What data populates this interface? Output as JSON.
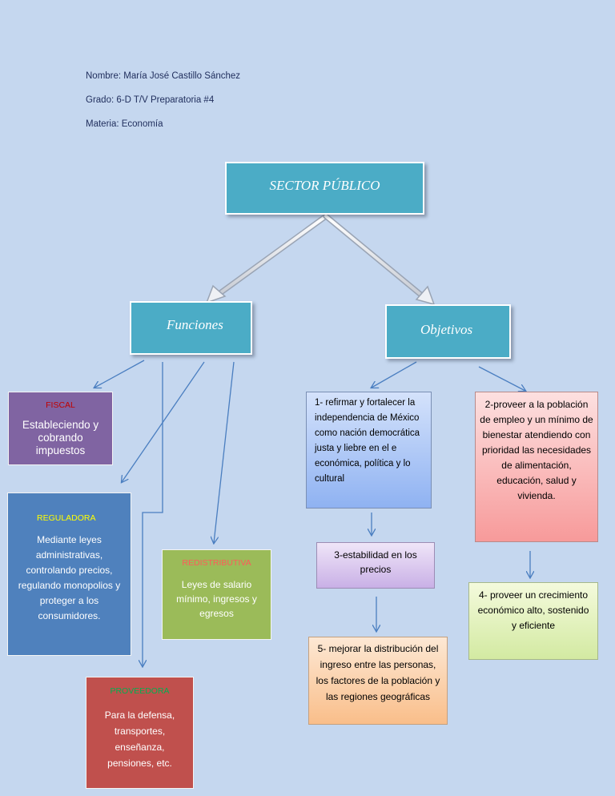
{
  "header": {
    "nombre": "Nombre:  María  José  Castillo Sánchez",
    "grado": "Grado:  6-D  T/V  Preparatoria  #4",
    "materia": "Materia:  Economía"
  },
  "root": {
    "label": "SECTOR PÚBLICO"
  },
  "funciones": {
    "label": "Funciones",
    "fiscal": {
      "title": "FISCAL",
      "body": "Estableciendo y cobrando impuestos"
    },
    "reguladora": {
      "title": "REGULADORA",
      "body": "Mediante leyes administrativas, controlando precios, regulando monopolios y proteger a los consumidores."
    },
    "redistributiva": {
      "title": "REDISTRIBUTIVA",
      "body": "Leyes de salario mínimo, ingresos y egresos"
    },
    "proveedora": {
      "title": "PROVEEDORA",
      "body": "Para la defensa, transportes, enseñanza, pensiones, etc."
    }
  },
  "objetivos": {
    "label": "Objetivos",
    "obj1": "1- refirmar y fortalecer la independencia de México como nación democrática justa y liebre en el e económica, política y lo cultural",
    "obj2": "2-proveer a la población de empleo y un mínimo de bienestar atendiendo con prioridad las necesidades de alimentación, educación, salud y vivienda.",
    "obj3": "3-estabilidad en los precios",
    "obj4": "4- proveer un crecimiento económico alto, sostenido y eficiente",
    "obj5": "5- mejorar la distribución del ingreso entre las personas, los factores de la población y las regiones geográficas"
  },
  "colors": {
    "title_box": "#4bacc6",
    "fiscal": "#8064a2",
    "reguladora": "#4f81bd",
    "redistributiva": "#9bbb59",
    "proveedora": "#c0504d",
    "fiscal_title": "#c00000",
    "reguladora_title": "#ffff00",
    "redistributiva_title": "#ff5a5a",
    "proveedora_title": "#00b050",
    "connector": "#4a7ec0"
  }
}
